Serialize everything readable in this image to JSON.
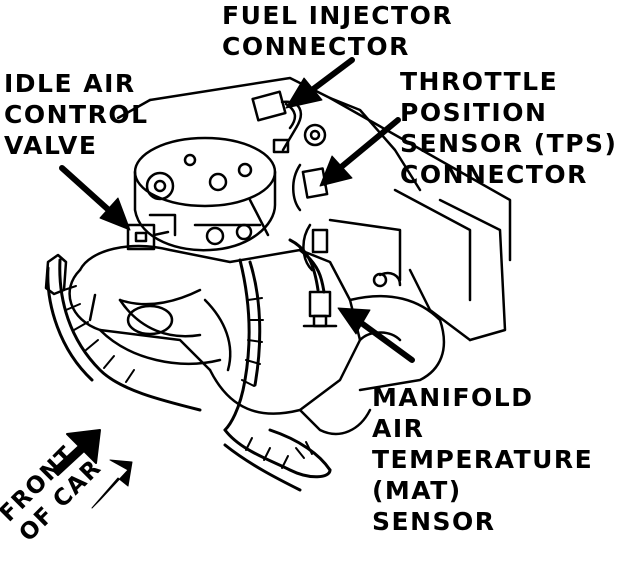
{
  "labels": {
    "fuel_injector": [
      "FUEL INJECTOR",
      "CONNECTOR"
    ],
    "idle_air": [
      "IDLE AIR",
      "CONTROL",
      "VALVE"
    ],
    "tps": [
      "THROTTLE",
      "POSITION",
      "SENSOR (TPS)",
      "CONNECTOR"
    ],
    "mat": [
      "MANIFOLD",
      "AIR",
      "TEMPERATURE",
      "(MAT)",
      "SENSOR"
    ],
    "front": [
      "FRONT",
      "OF CAR"
    ]
  },
  "colors": {
    "ink": "#000000",
    "paper": "#ffffff"
  }
}
